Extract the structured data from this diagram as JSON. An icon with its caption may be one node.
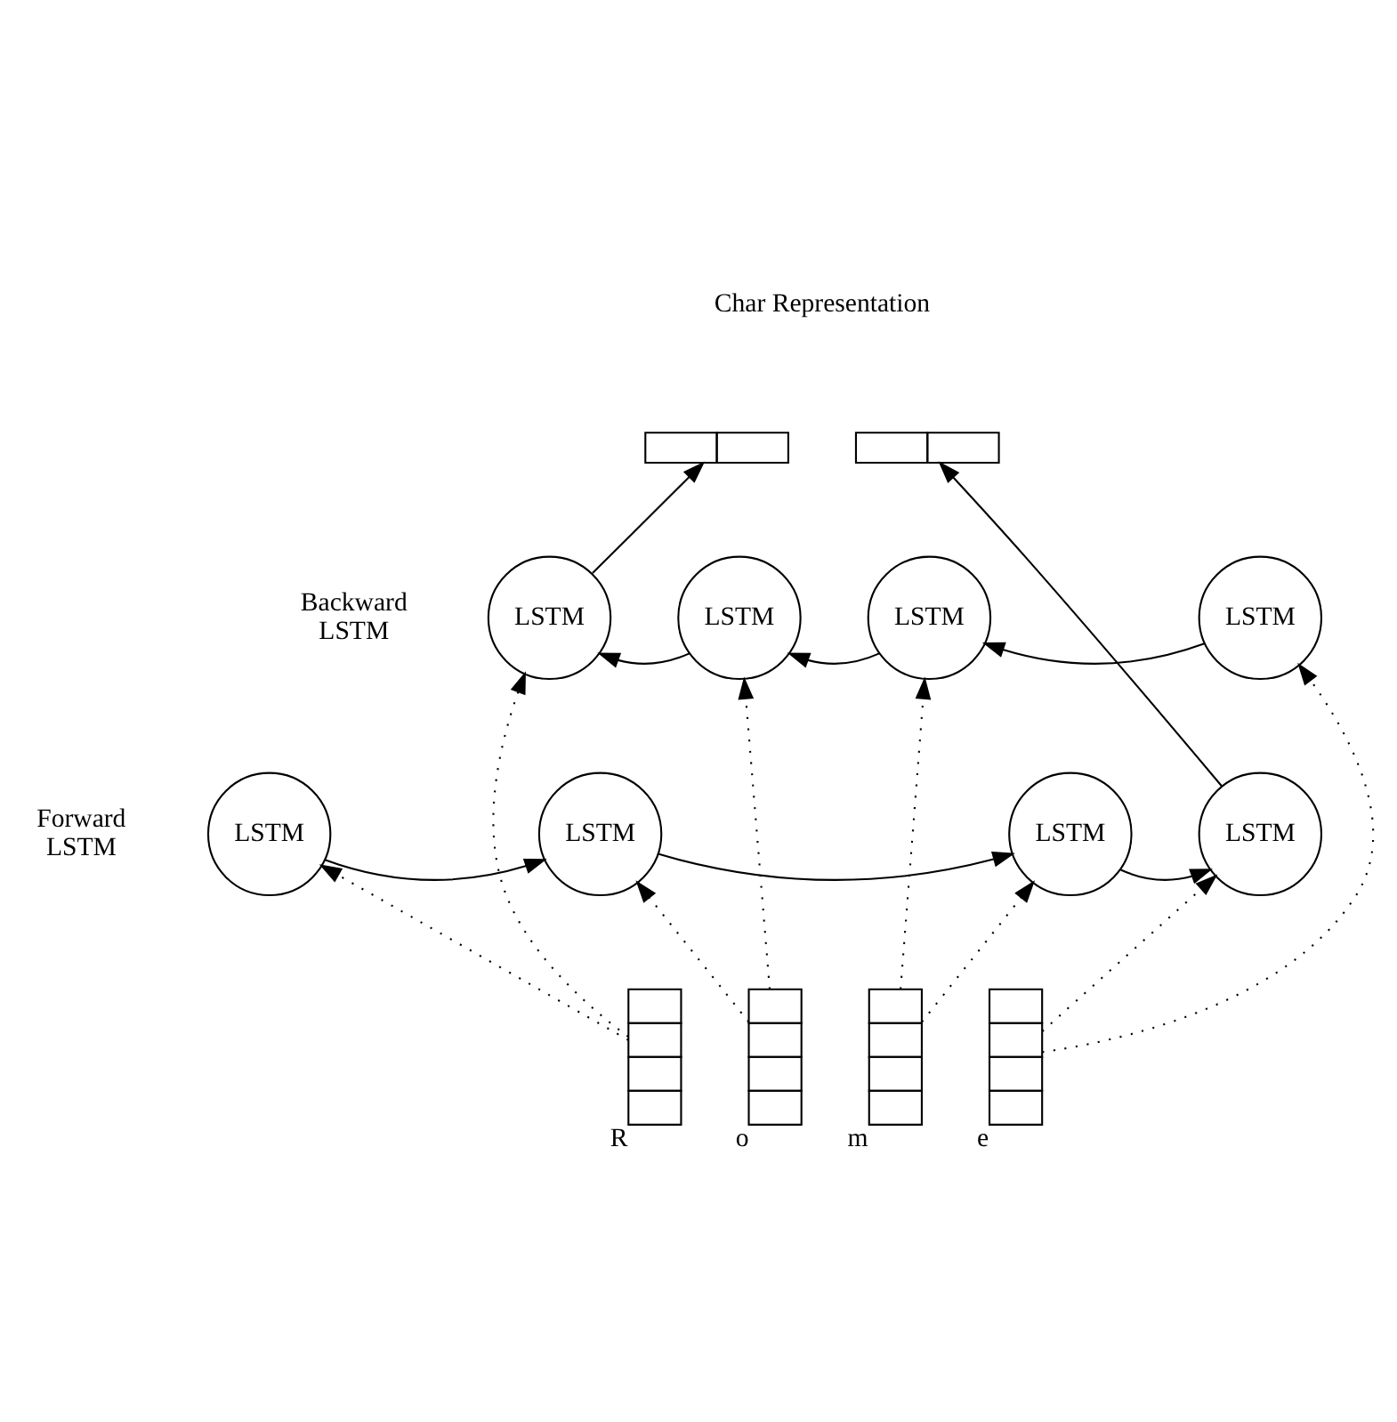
{
  "diagram": {
    "nodes": [
      {
        "text": [],
        "shape": "bar"
      },
      {
        "text": [],
        "shape": "bar"
      },
      {
        "text": [
          "LSTM"
        ]
      },
      {
        "text": [
          "LSTM"
        ]
      },
      {
        "text": [
          "LSTM"
        ]
      },
      {
        "text": [
          "LSTM"
        ]
      },
      {
        "text": [
          "LSTM"
        ]
      },
      {
        "text": [
          "LSTM"
        ]
      },
      {
        "text": [
          "LSTM"
        ]
      },
      {
        "text": [
          "LSTM"
        ]
      },
      {
        "text": [],
        "shape": "box",
        "beside": [
          "R"
        ]
      },
      {
        "text": [],
        "shape": "box",
        "beside": [
          "o"
        ]
      },
      {
        "text": [],
        "shape": "box",
        "beside": [
          "m"
        ]
      },
      {
        "text": [],
        "shape": "box",
        "beside": [
          "e"
        ]
      }
    ],
    "edges": [
      {
        "from": 5,
        "to": 4,
        "arrow": "to"
      },
      {
        "from": 4,
        "to": 3,
        "arrow": "to"
      },
      {
        "from": 3,
        "to": 2,
        "arrow": "to"
      },
      {
        "from": 6,
        "to": 7,
        "arrow": "to"
      },
      {
        "from": 7,
        "to": 8,
        "arrow": "to"
      },
      {
        "from": 8,
        "to": 9,
        "arrow": "to"
      },
      {
        "from": 2,
        "to": 0,
        "arrow": "to"
      },
      {
        "from": 9,
        "to": 1,
        "arrow": "to"
      },
      {
        "from": 10,
        "to": 6,
        "arrow": "to",
        "style": "dashed"
      },
      {
        "from": 10,
        "to": 2,
        "arrow": "to",
        "style": "dashed"
      },
      {
        "from": 11,
        "to": 7,
        "arrow": "to",
        "style": "dashed"
      },
      {
        "from": 11,
        "to": 3,
        "arrow": "to",
        "style": "dashed"
      },
      {
        "from": 12,
        "to": 8,
        "arrow": "to",
        "style": "dashed"
      },
      {
        "from": 12,
        "to": 4,
        "arrow": "to",
        "style": "dashed"
      },
      {
        "from": 13,
        "to": 9,
        "arrow": "to",
        "style": "dashed"
      },
      {
        "from": 13,
        "to": 5,
        "arrow": "to",
        "style": "dashed"
      }
    ],
    "labels": [
      "Char Representation",
      "Backward LSTM",
      "Forward LSTM"
    ]
  }
}
